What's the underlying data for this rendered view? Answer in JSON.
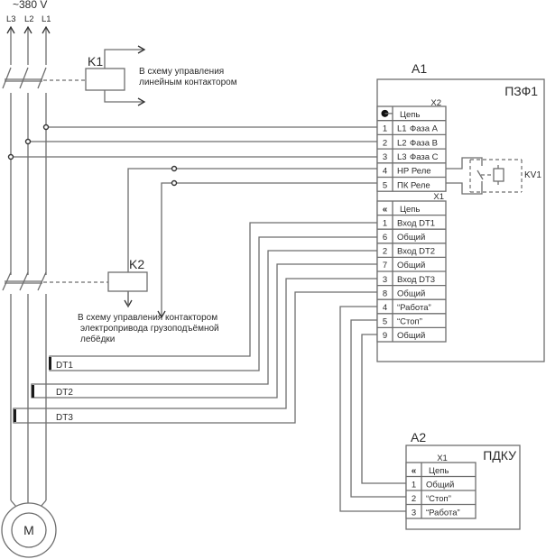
{
  "supply": {
    "voltage": "~380 V",
    "phases": [
      "L3",
      "L2",
      "L1"
    ]
  },
  "k1": {
    "label": "K1",
    "note_line1": "В схему управления",
    "note_line2": "линейным контактором"
  },
  "k2": {
    "label": "K2",
    "note_line1": "В схему управления контактором",
    "note_line2": "электропривода грузоподъёмной",
    "note_line3": "лебёдки"
  },
  "motor": {
    "label": "M"
  },
  "sensors": [
    "DT1",
    "DT2",
    "DT3"
  ],
  "a1": {
    "ref": "A1",
    "name": "ПЗФ1",
    "x2": {
      "title": "X2",
      "header_icon": "plug-icon",
      "header": "Цепь",
      "rows": [
        {
          "num": "1",
          "prefix": "L1",
          "label": "Фаза А"
        },
        {
          "num": "2",
          "prefix": "L2",
          "label": "Фаза В"
        },
        {
          "num": "3",
          "prefix": "L3",
          "label": "Фаза С"
        },
        {
          "num": "4",
          "prefix": "",
          "label": "НР  Реле"
        },
        {
          "num": "5",
          "prefix": "",
          "label": "ПК  Реле"
        }
      ]
    },
    "relay": "KV1",
    "x1": {
      "title": "X1",
      "header_icon": "connector-icon",
      "header": "Цепь",
      "rows": [
        {
          "num": "1",
          "label": "Вход DT1"
        },
        {
          "num": "6",
          "label": "Общий"
        },
        {
          "num": "2",
          "label": "Вход DT2"
        },
        {
          "num": "7",
          "label": "Общий"
        },
        {
          "num": "3",
          "label": "Вход DT3"
        },
        {
          "num": "8",
          "label": "Общий"
        },
        {
          "num": "4",
          "label": "“Работа”"
        },
        {
          "num": "5",
          "label": "“Стоп”"
        },
        {
          "num": "9",
          "label": "Общий"
        }
      ]
    }
  },
  "a2": {
    "ref": "A2",
    "name": "ПДКУ",
    "x1": {
      "title": "X1",
      "header_icon": "connector-icon",
      "header": "Цепь",
      "rows": [
        {
          "num": "1",
          "label": "Общий"
        },
        {
          "num": "2",
          "label": "“Стоп”"
        },
        {
          "num": "3",
          "label": "“Работа”"
        }
      ]
    }
  }
}
